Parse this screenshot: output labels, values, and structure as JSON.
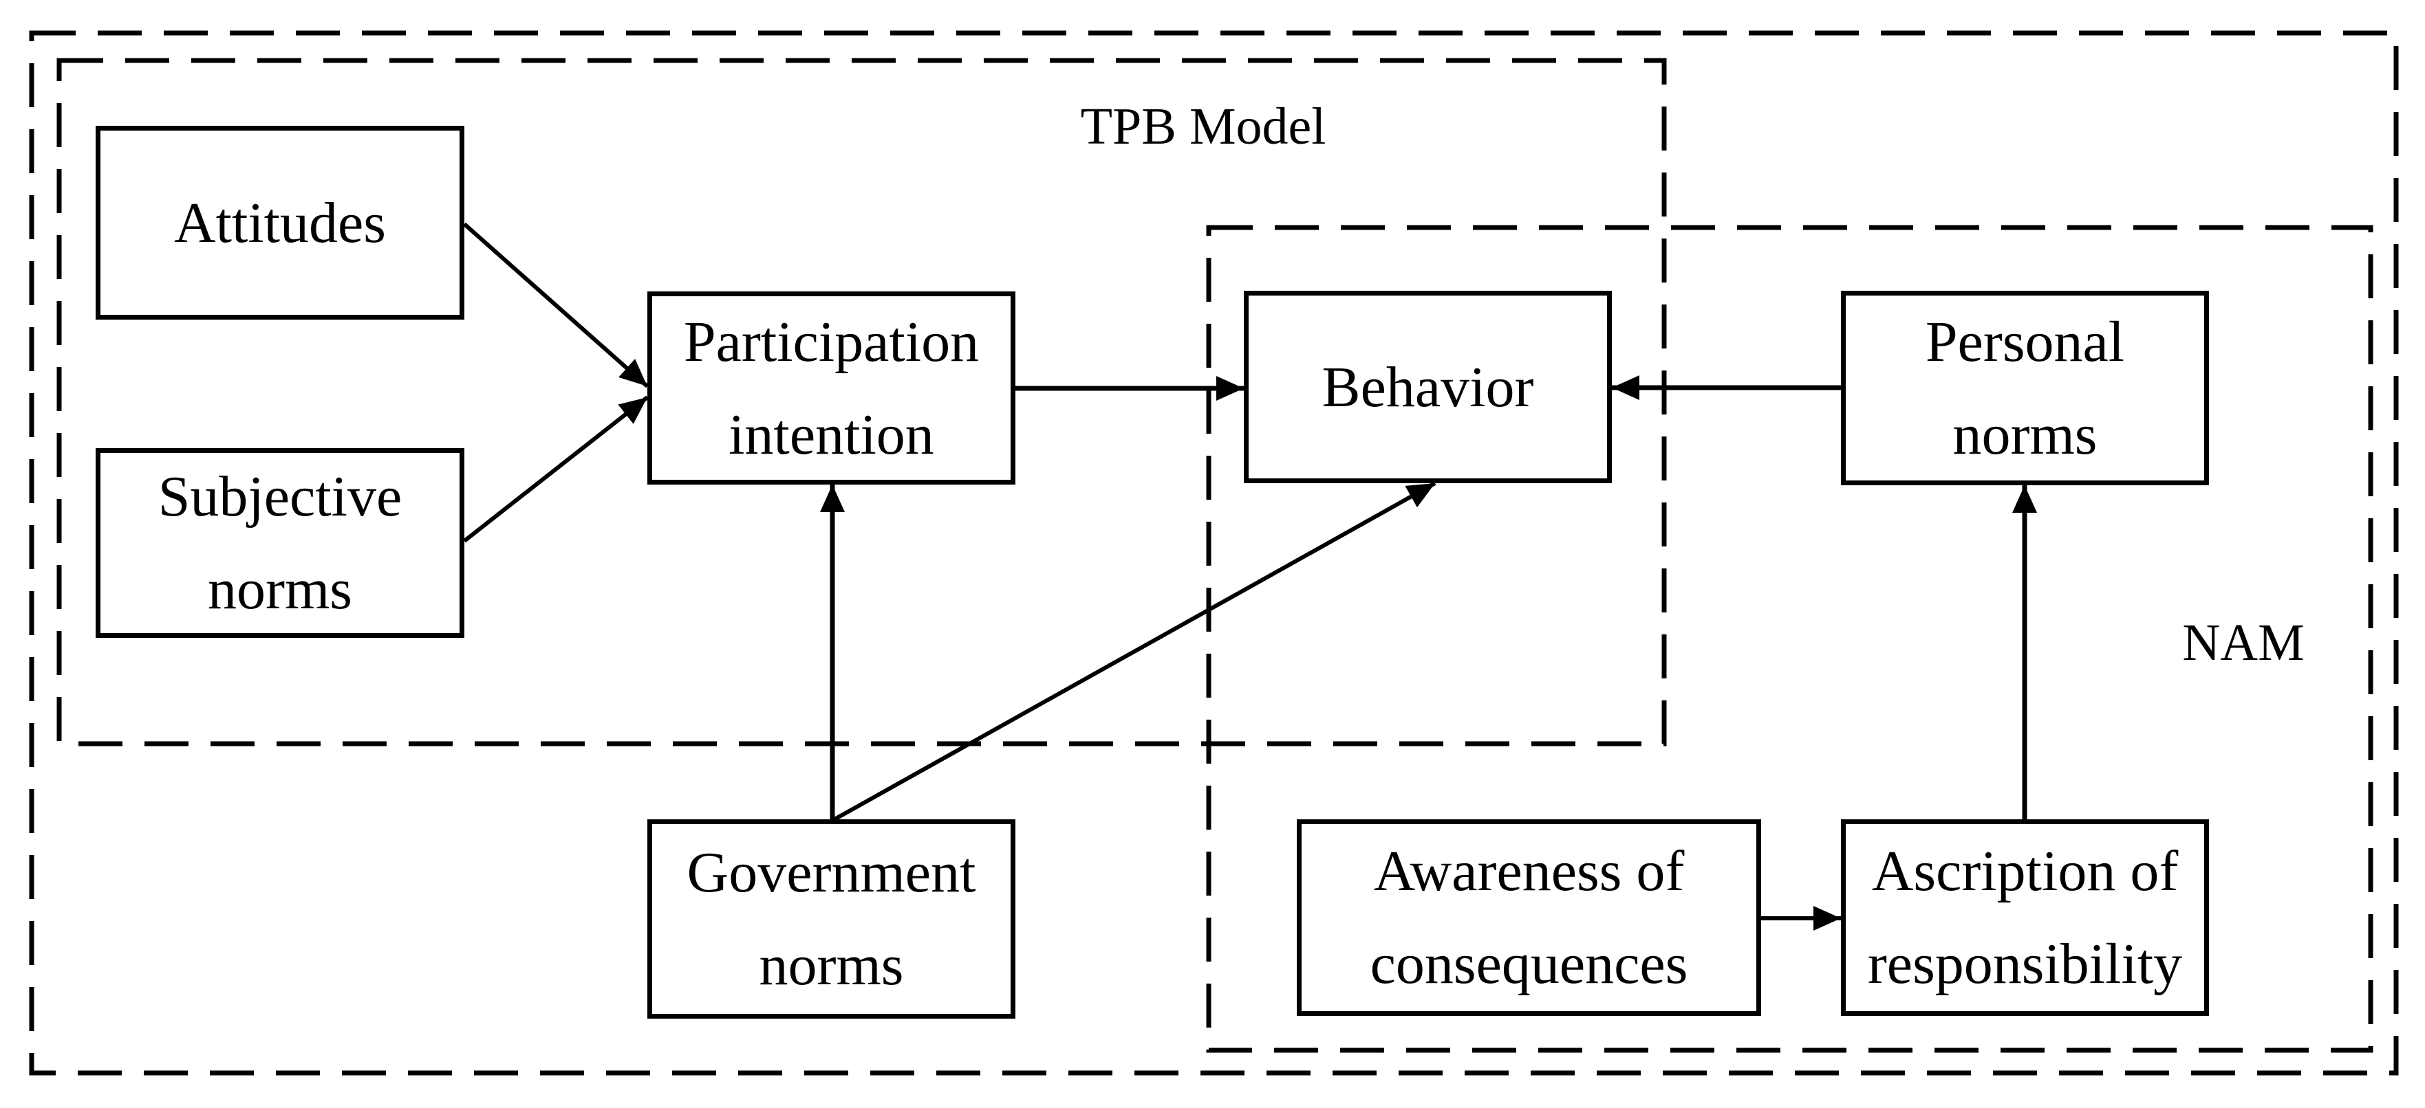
{
  "diagram": {
    "type": "concept-model-diagram",
    "background_color": "#ffffff",
    "line_color": "#000000",
    "labels": {
      "tpb": "TPB Model",
      "nam": "NAM"
    },
    "boxes": {
      "attitudes": {
        "lines": [
          "Attitudes"
        ]
      },
      "subjective": {
        "lines": [
          "Subjective",
          "norms"
        ]
      },
      "participation": {
        "lines": [
          "Participation",
          "intention"
        ]
      },
      "behavior": {
        "lines": [
          "Behavior"
        ]
      },
      "personal": {
        "lines": [
          "Personal",
          "norms"
        ]
      },
      "government": {
        "lines": [
          "Government",
          "norms"
        ]
      },
      "awareness": {
        "lines": [
          "Awareness of",
          "consequences"
        ]
      },
      "ascription": {
        "lines": [
          "Ascription of",
          "responsibility"
        ]
      }
    },
    "arrows": [
      {
        "from": "attitudes",
        "to": "participation"
      },
      {
        "from": "subjective",
        "to": "participation"
      },
      {
        "from": "participation",
        "to": "behavior"
      },
      {
        "from": "personal",
        "to": "behavior"
      },
      {
        "from": "government",
        "to": "participation"
      },
      {
        "from": "government",
        "to": "behavior"
      },
      {
        "from": "ascription",
        "to": "personal"
      },
      {
        "from": "awareness",
        "to": "ascription"
      }
    ]
  }
}
